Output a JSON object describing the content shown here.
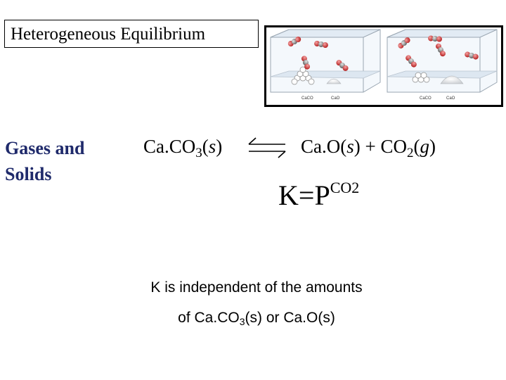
{
  "slide": {
    "title": "Heterogeneous Equilibrium",
    "side_label_line1": "Gases and",
    "side_label_line2": "Solids"
  },
  "reaction": {
    "reactant_name": "Ca.CO",
    "reactant_sub": "3",
    "reactant_state_open": "(",
    "reactant_state": "s",
    "reactant_state_close": ")",
    "product1_name": "Ca.O(",
    "product1_state": "s",
    "product1_close": ") + CO",
    "product2_sub": "2",
    "product2_open": "(",
    "product2_state": "g",
    "product2_close": ")"
  },
  "k_expression": {
    "text": "K=P",
    "superscript": "CO",
    "superscript_sub": "2"
  },
  "note": {
    "line1": "K is independent of the amounts",
    "line2_start": "of Ca.CO",
    "line2_sub": "3",
    "line2_end": "(s) or Ca.O(s)"
  },
  "figure": {
    "left_caption1": "CaCO",
    "left_caption2": "CaO",
    "right_caption1": "CaCO",
    "right_caption2": "CaO",
    "colors": {
      "oxygen": "#c0392b",
      "carbon": "#7f8c8d",
      "box_edge": "#9aa6b2",
      "box_fill": "#eef4fa"
    }
  }
}
